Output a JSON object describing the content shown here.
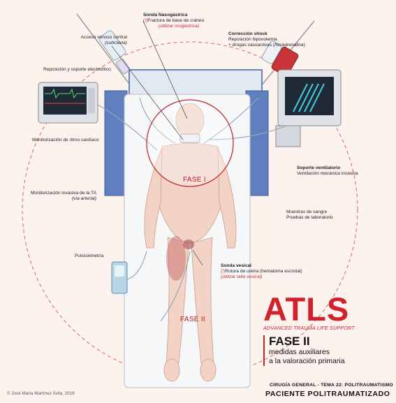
{
  "labels": {
    "sonda_naso": {
      "title": "Sonda Nasogástrica",
      "marker": "(!)",
      "text": "Fractura de base de cráneo",
      "note": "(utilizar orogástrica)"
    },
    "acceso": {
      "text": "Acceso venoso central",
      "note": "(subclavia)"
    },
    "correccion": {
      "title": "Corrección shock",
      "line1": "Reposición hipovolemia",
      "line2_pre": "+ drogas vasoactivas (",
      "line2_it": "Noradrenalina",
      "line2_post": ")"
    },
    "reposicion": {
      "text": "Reposición y soporte electrolítico"
    },
    "monit_ritmo": {
      "text": "Monitorización de ritmo cardíaco"
    },
    "soporte_vent": {
      "title": "Soporte ventilatorio",
      "text": "Ventilación mecánica invasiva"
    },
    "monit_ta": {
      "text": "Monitorización invasiva de la TA",
      "note": "(vía arterial)"
    },
    "muestras": {
      "line1": "Muestras de sangre",
      "line2": "Pruebas de laboratorio"
    },
    "pulsi": {
      "text": "Pulsioximetría"
    },
    "sonda_vesical": {
      "title": "Sonda vesical",
      "marker": "(!)",
      "text": "Rotura de uretra (hematoma escrotal)",
      "note": "(utilizar talla vesical)"
    }
  },
  "fase1": "FASE I",
  "fase2": "FASE II",
  "atls": {
    "title": "ATLS",
    "subtitle": "ADVANCED TRAUMA LIFE SUPPORT"
  },
  "phase": {
    "title": "FASE II",
    "line1": "medidas auxiliares",
    "line2": "a la valoración primaria"
  },
  "course": "CIRUGÍA GENERAL - TEMA 22: POLITRAUMATISMO",
  "patient": "PACIENTE POLITRAUMATIZADO",
  "copyright": "© José María Martínez Ávila. 2019",
  "colors": {
    "accent": "#d1222b",
    "background": "#fdf3ee",
    "bed_frame": "#4a6aa8",
    "skin": "#f3d3c6"
  }
}
